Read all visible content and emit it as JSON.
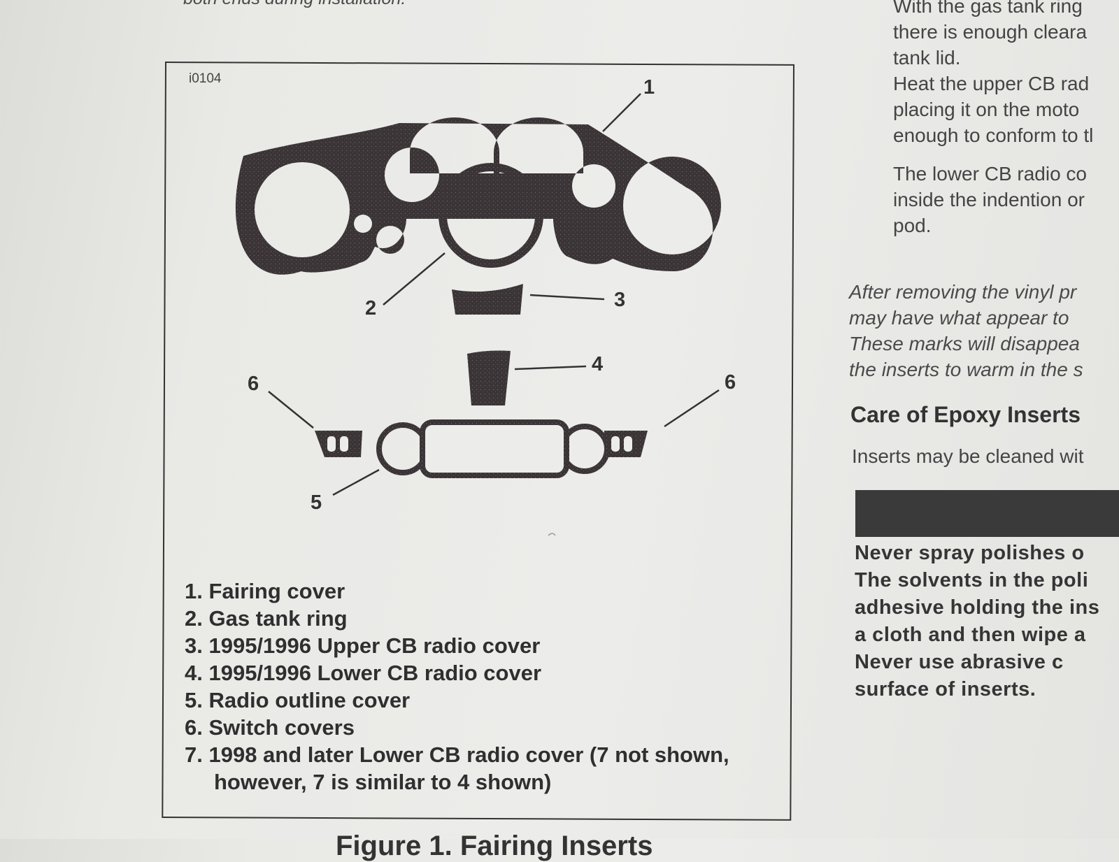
{
  "page": {
    "top_cut_text": "both ends during installation.",
    "figure": {
      "id": "i0104",
      "callouts": [
        "1",
        "2",
        "3",
        "4",
        "5",
        "6",
        "6"
      ],
      "legend": [
        "1. Fairing cover",
        "2. Gas tank ring",
        "3. 1995/1996 Upper CB radio cover",
        "4. 1995/1996 Lower CB radio cover",
        "5. Radio outline cover",
        "6. Switch covers",
        "7. 1998 and later Lower CB radio cover (7 not shown,"
      ],
      "legend_continuation": "however, 7 is similar to 4 shown)",
      "caption_cut": "Figure 1. Fairing Inserts"
    },
    "right_column": {
      "para1": [
        "With the gas tank ring",
        "there is enough cleara",
        "tank lid."
      ],
      "para2": [
        "Heat the upper CB rad",
        "placing it on the moto",
        "enough to conform to tl"
      ],
      "para3": [
        "The lower CB radio co",
        "inside the indention or",
        "pod."
      ],
      "italic_note": [
        "After removing the vinyl pr",
        "may have what appear to",
        "These marks will disappea",
        "the inserts to warm in the s"
      ],
      "heading": "Care of Epoxy Inserts",
      "care_line": "Inserts may be cleaned wit",
      "warning_lines": [
        "Never spray polishes o",
        "The solvents in the poli",
        "adhesive holding the ins",
        "a cloth and then wipe a",
        "Never use abrasive c",
        "surface of inserts."
      ]
    }
  }
}
